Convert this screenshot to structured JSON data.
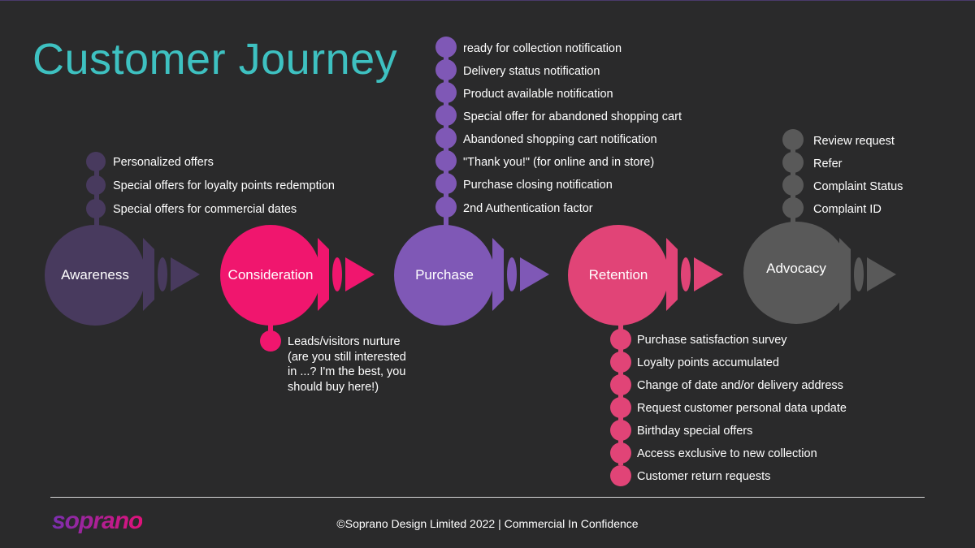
{
  "title": "Customer Journey",
  "colors": {
    "awareness": "#483a5e",
    "consideration": "#f0166e",
    "purchase": "#7f58b6",
    "retention": "#e14477",
    "advocacy": "#595959",
    "title": "#3ec1c1"
  },
  "stages": [
    {
      "label": "Awareness"
    },
    {
      "label": "Consideration"
    },
    {
      "label": "Purchase"
    },
    {
      "label": "Retention"
    },
    {
      "label": "Advocacy"
    }
  ],
  "awareness_items": [
    "Personalized offers",
    "Special offers for loyalty points redemption",
    "Special offers for commercial dates"
  ],
  "consideration_items": [
    "Leads/visitors nurture\n(are you still interested\nin ...? I'm the best, you\nshould buy here!)"
  ],
  "purchase_items": [
    "ready for collection notification",
    "Delivery status notification",
    "Product available notification",
    "Special offer for abandoned shopping cart",
    "Abandoned shopping cart notification",
    "\"Thank you!\" (for online and in store)",
    "Purchase closing notification",
    "2nd Authentication factor"
  ],
  "retention_items": [
    "Purchase satisfaction survey",
    "Loyalty points accumulated",
    "Change of date and/or delivery address",
    "Request customer personal data update",
    "Birthday special offers",
    "Access exclusive to new collection",
    "Customer return requests"
  ],
  "advocacy_items": [
    "Review request",
    "Refer",
    "Complaint Status",
    "Complaint ID"
  ],
  "footer": {
    "logo": "soprano",
    "text": "©Soprano Design Limited 2022  |  Commercial In Confidence"
  }
}
